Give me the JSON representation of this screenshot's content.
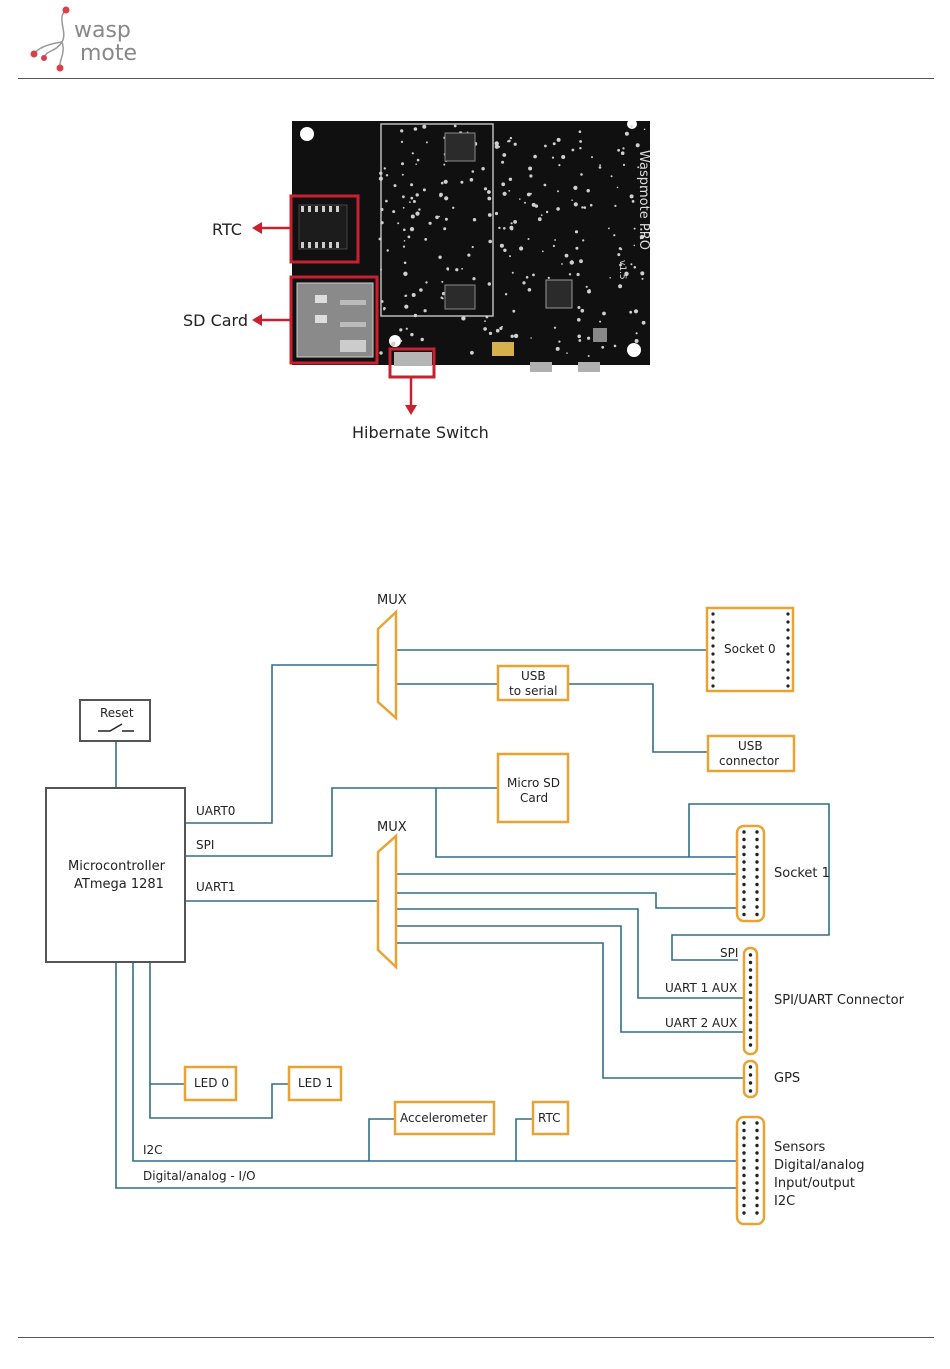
{
  "header": {
    "logo_top": "wasp",
    "logo_bottom": "mote"
  },
  "board_photo": {
    "silkscreen": "Waspmote PRO",
    "silkscreen_version": "v1.5",
    "callouts": {
      "rtc": "RTC",
      "sd_card": "SD Card",
      "hibernate": "Hibernate Switch"
    }
  },
  "diagram": {
    "mux_top": "MUX",
    "mux_mid": "MUX",
    "reset": "Reset",
    "mcu_line1": "Microcontroller",
    "mcu_line2": "ATmega 1281",
    "uart0": "UART0",
    "spi": "SPI",
    "uart1": "UART1",
    "i2c": "I2C",
    "digital_io": "Digital/analog - I/O",
    "usb_serial_1": "USB",
    "usb_serial_2": "to serial",
    "usb_conn_1": "USB",
    "usb_conn_2": "connector",
    "microsd_1": "Micro SD",
    "microsd_2": "Card",
    "socket0": "Socket 0",
    "socket1": "Socket 1",
    "conn_spi": "SPI",
    "uart1_aux": "UART 1 AUX",
    "uart2_aux": "UART 2 AUX",
    "spi_uart_connector": "SPI/UART Connector",
    "gps": "GPS",
    "led0": "LED 0",
    "led1": "LED 1",
    "accelerometer": "Accelerometer",
    "rtc": "RTC",
    "sensors_1": "Sensors",
    "sensors_2": "Digital/analog",
    "sensors_3": "Input/output",
    "sensors_4": "I2C"
  },
  "colors": {
    "wire": "#2f6f86",
    "block": "#e8a332",
    "box_border": "#555555",
    "callout": "#c8202f",
    "logo_red": "#d8404a"
  }
}
